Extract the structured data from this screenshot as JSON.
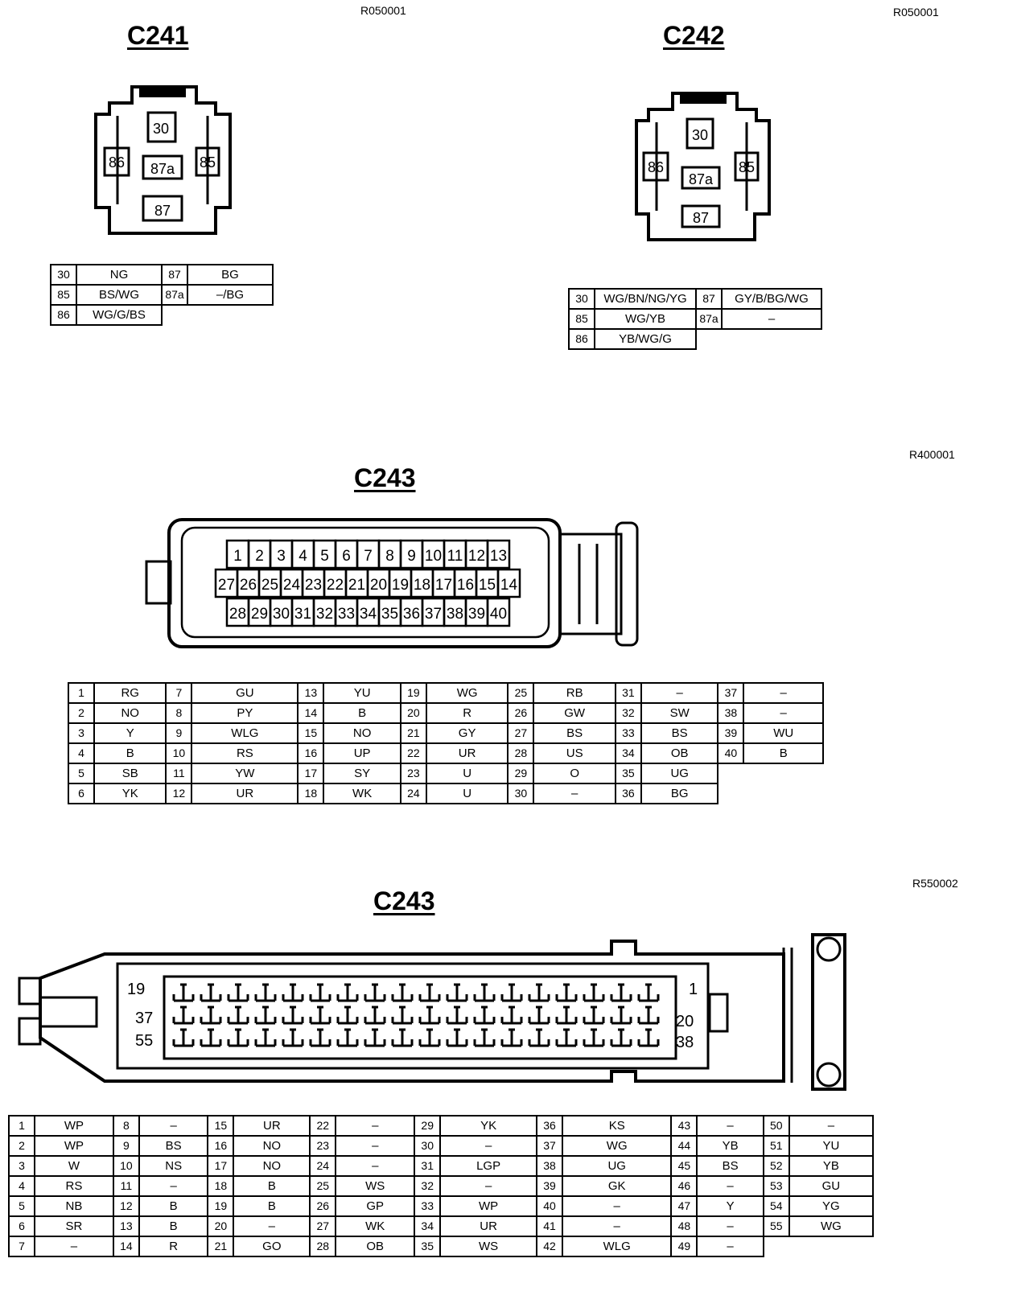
{
  "c241": {
    "ref": "R050001",
    "title": "C241",
    "pins": [
      "30",
      "86",
      "87a",
      "85",
      "87"
    ],
    "table": [
      [
        "30",
        "NG",
        "87",
        "BG"
      ],
      [
        "85",
        "BS/WG",
        "87a",
        "–/BG"
      ],
      [
        "86",
        "WG/G/BS",
        "",
        ""
      ]
    ]
  },
  "c242": {
    "ref": "R050001",
    "title": "C242",
    "pins": [
      "30",
      "86",
      "87a",
      "85",
      "87"
    ],
    "table": [
      [
        "30",
        "WG/BN/NG/YG",
        "87",
        "GY/B/BG/WG"
      ],
      [
        "85",
        "WG/YB",
        "87a",
        "–"
      ],
      [
        "86",
        "YB/WG/G",
        "",
        ""
      ]
    ]
  },
  "c243_40": {
    "ref": "R400001",
    "title": "C243",
    "row1": [
      "1",
      "2",
      "3",
      "4",
      "5",
      "6",
      "7",
      "8",
      "9",
      "10",
      "11",
      "12",
      "13"
    ],
    "row2": [
      "27",
      "26",
      "25",
      "24",
      "23",
      "22",
      "21",
      "20",
      "19",
      "18",
      "17",
      "16",
      "15",
      "14"
    ],
    "row3": [
      "28",
      "29",
      "30",
      "31",
      "32",
      "33",
      "34",
      "35",
      "36",
      "37",
      "38",
      "39",
      "40"
    ],
    "table": [
      [
        "1",
        "RG",
        "7",
        "GU",
        "13",
        "YU",
        "19",
        "WG",
        "25",
        "RB",
        "31",
        "–",
        "37",
        "–"
      ],
      [
        "2",
        "NO",
        "8",
        "PY",
        "14",
        "B",
        "20",
        "R",
        "26",
        "GW",
        "32",
        "SW",
        "38",
        "–"
      ],
      [
        "3",
        "Y",
        "9",
        "WLG",
        "15",
        "NO",
        "21",
        "GY",
        "27",
        "BS",
        "33",
        "BS",
        "39",
        "WU"
      ],
      [
        "4",
        "B",
        "10",
        "RS",
        "16",
        "UP",
        "22",
        "UR",
        "28",
        "US",
        "34",
        "OB",
        "40",
        "B"
      ],
      [
        "5",
        "SB",
        "11",
        "YW",
        "17",
        "SY",
        "23",
        "U",
        "29",
        "O",
        "35",
        "UG",
        "",
        ""
      ],
      [
        "6",
        "YK",
        "12",
        "UR",
        "18",
        "WK",
        "24",
        "U",
        "30",
        "–",
        "36",
        "BG",
        "",
        ""
      ]
    ]
  },
  "c243_55": {
    "ref": "R550002",
    "title": "C243",
    "pin_labels": {
      "left_top": "19",
      "left_mid": "37",
      "left_bot": "55",
      "right_top": "1",
      "right_mid": "20",
      "right_bot": "38"
    },
    "table": [
      [
        "1",
        "WP",
        "8",
        "–",
        "15",
        "UR",
        "22",
        "–",
        "29",
        "YK",
        "36",
        "KS",
        "43",
        "–",
        "50",
        "–"
      ],
      [
        "2",
        "WP",
        "9",
        "BS",
        "16",
        "NO",
        "23",
        "–",
        "30",
        "–",
        "37",
        "WG",
        "44",
        "YB",
        "51",
        "YU"
      ],
      [
        "3",
        "W",
        "10",
        "NS",
        "17",
        "NO",
        "24",
        "–",
        "31",
        "LGP",
        "38",
        "UG",
        "45",
        "BS",
        "52",
        "YB"
      ],
      [
        "4",
        "RS",
        "11",
        "–",
        "18",
        "B",
        "25",
        "WS",
        "32",
        "–",
        "39",
        "GK",
        "46",
        "–",
        "53",
        "GU"
      ],
      [
        "5",
        "NB",
        "12",
        "B",
        "19",
        "B",
        "26",
        "GP",
        "33",
        "WP",
        "40",
        "–",
        "47",
        "Y",
        "54",
        "YG"
      ],
      [
        "6",
        "SR",
        "13",
        "B",
        "20",
        "–",
        "27",
        "WK",
        "34",
        "UR",
        "41",
        "–",
        "48",
        "–",
        "55",
        "WG"
      ],
      [
        "7",
        "–",
        "14",
        "R",
        "21",
        "GO",
        "28",
        "OB",
        "35",
        "WS",
        "42",
        "WLG",
        "49",
        "–",
        "",
        ""
      ]
    ]
  }
}
